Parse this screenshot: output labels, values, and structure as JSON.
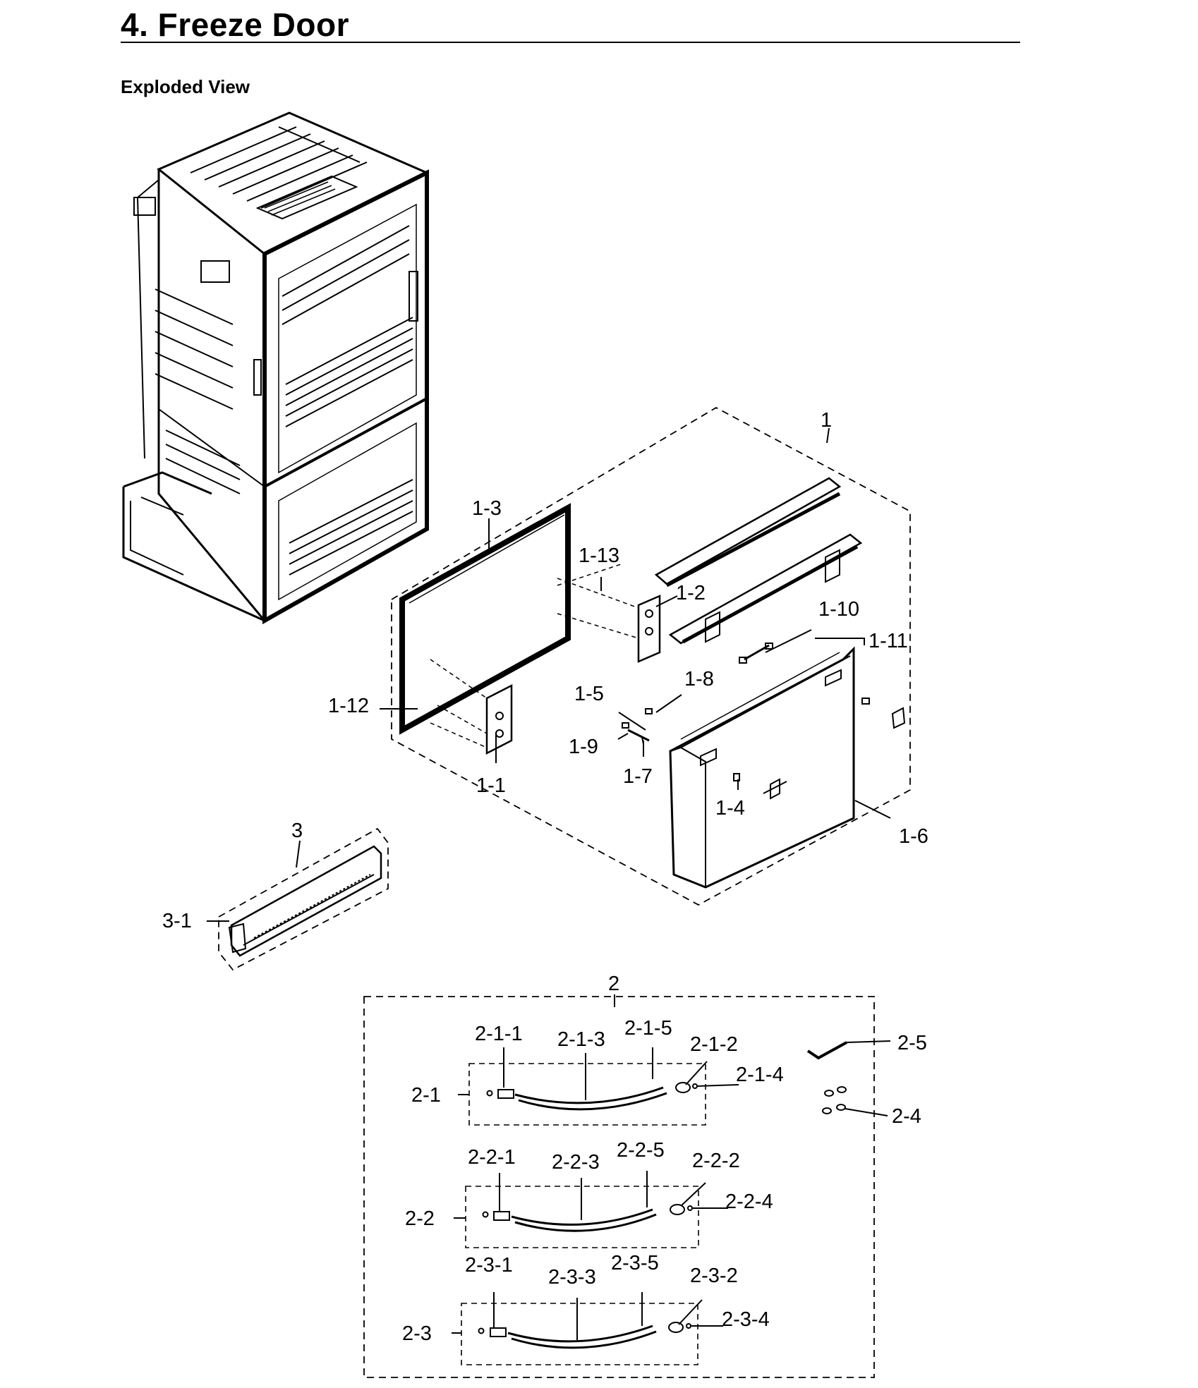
{
  "header": {
    "title": "4.  Freeze Door",
    "subtitle": "Exploded View"
  },
  "callouts": {
    "c1": "1",
    "c1_1": "1-1",
    "c1_2": "1-2",
    "c1_3": "1-3",
    "c1_4": "1-4",
    "c1_5": "1-5",
    "c1_6": "1-6",
    "c1_7": "1-7",
    "c1_8": "1-8",
    "c1_9": "1-9",
    "c1_10": "1-10",
    "c1_11": "1-11",
    "c1_12": "1-12",
    "c1_13": "1-13",
    "c2": "2",
    "c2_1": "2-1",
    "c2_1_1": "2-1-1",
    "c2_1_2": "2-1-2",
    "c2_1_3": "2-1-3",
    "c2_1_4": "2-1-4",
    "c2_1_5": "2-1-5",
    "c2_2": "2-2",
    "c2_2_1": "2-2-1",
    "c2_2_2": "2-2-2",
    "c2_2_3": "2-2-3",
    "c2_2_4": "2-2-4",
    "c2_2_5": "2-2-5",
    "c2_3": "2-3",
    "c2_3_1": "2-3-1",
    "c2_3_2": "2-3-2",
    "c2_3_3": "2-3-3",
    "c2_3_4": "2-3-4",
    "c2_3_5": "2-3-5",
    "c2_4": "2-4",
    "c2_5": "2-5",
    "c3": "3",
    "c3_1": "3-1"
  }
}
